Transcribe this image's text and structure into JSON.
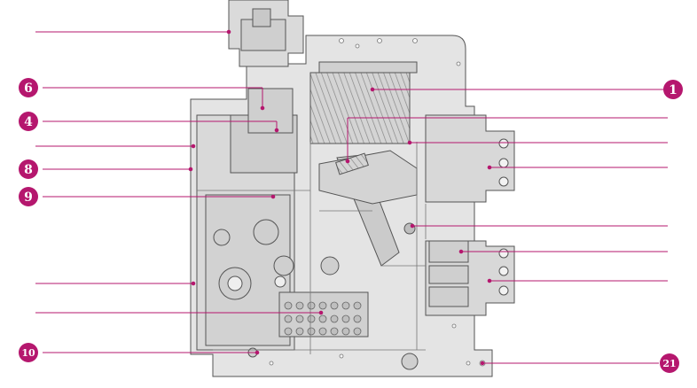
{
  "diagram": {
    "accent_color": "#b5176e",
    "line_color": "#555555",
    "fill_color": "#e4e4e4",
    "callouts": [
      {
        "id": "c6",
        "label": "6"
      },
      {
        "id": "c4",
        "label": "4"
      },
      {
        "id": "c8",
        "label": "8"
      },
      {
        "id": "c9",
        "label": "9"
      },
      {
        "id": "c10",
        "label": "10"
      },
      {
        "id": "c1",
        "label": "1"
      },
      {
        "id": "c21",
        "label": "21"
      }
    ]
  }
}
